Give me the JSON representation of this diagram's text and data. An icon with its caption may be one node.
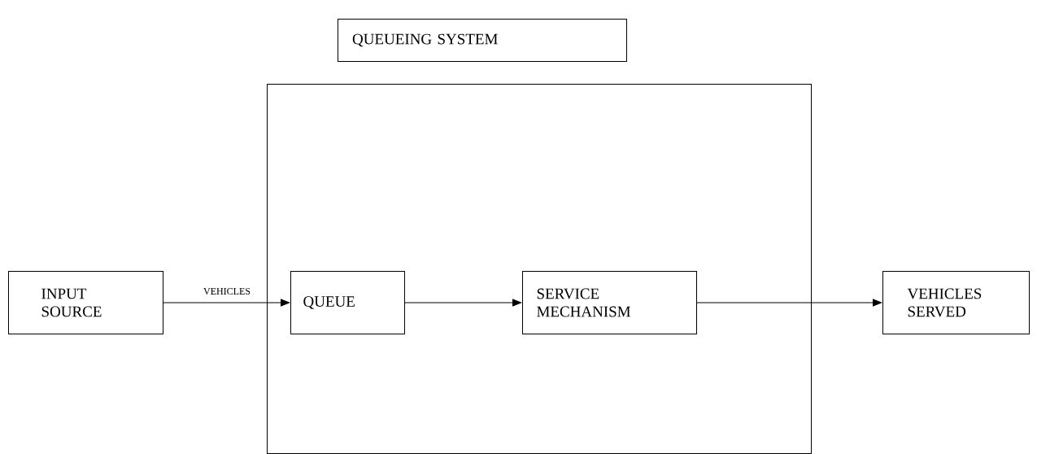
{
  "diagram": {
    "nodes": [
      {
        "text": [
          "QUEUEING SYSTEM"
        ]
      },
      {
        "text": [
          "INPUT SOURCE"
        ]
      },
      {
        "text": [],
        "shape": "box"
      },
      {
        "text": [
          "QUEUE"
        ],
        "in": 2
      },
      {
        "text": [
          "SERVICE MECHANISM"
        ],
        "in": 2
      },
      {
        "text": [
          "VEHICLES SERVED"
        ]
      }
    ],
    "edges": [
      {
        "from": 1,
        "to": 3,
        "arrow": "to",
        "label": "VEHICLES"
      },
      {
        "from": 3,
        "to": 4,
        "arrow": "to"
      },
      {
        "from": 4,
        "to": 5,
        "arrow": "to"
      }
    ]
  }
}
